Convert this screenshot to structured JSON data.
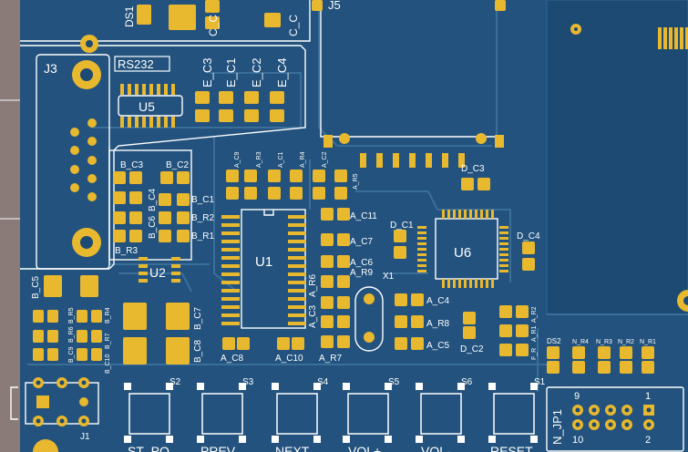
{
  "colors": {
    "board": "#1d4a72",
    "board_light": "#2a5c88",
    "trace": "#3a6f9a",
    "pad": "#e8b82e",
    "silk": "#ffffff",
    "edge": "#8a7a78"
  },
  "labels": {
    "ds1": "DS1",
    "c_c_top1": "C_C",
    "c_c_top2": "C_C",
    "j5": "J5",
    "j3": "J3",
    "rs232": "RS232",
    "e_c3": "E_C3",
    "e_c1": "E_C1",
    "e_c2": "E_C2",
    "e_c4": "E_C4",
    "u5": "U5",
    "b_c3": "B_C3",
    "b_c2": "B_C2",
    "b_c4": "B_C4",
    "b_c6": "B_C6",
    "b_c1": "B_C1",
    "b_r2": "B_R2",
    "b_r1": "B_R1",
    "b_r3": "B_R3",
    "u2": "U2",
    "b_c5": "B_C5",
    "b_r5": "B_R5",
    "b_r6": "B_R6",
    "b_r7": "B_R7",
    "b_r4": "B_R4",
    "b_c9": "B_C9",
    "b_c10": "B_C10",
    "b_c7": "B_C7",
    "b_c8": "B_C8",
    "a_c9": "A_C9",
    "a_r3": "A_R3",
    "a_c1": "A_C1",
    "a_r4": "A_R4",
    "a_c2": "A_C2",
    "a_r5": "A_R5",
    "u1": "U1",
    "a_c11": "A_C11",
    "a_c7": "A_C7",
    "a_c6": "A_C6",
    "a_r9": "A_R9",
    "a_r6": "A_R6",
    "a_c3": "A_C3",
    "a_r7": "A_R7",
    "a_c8": "A_C8",
    "a_c10": "A_C10",
    "x1": "X1",
    "d_c3": "D_C3",
    "d_c1": "D_C1",
    "u6": "U6",
    "d_c4": "D_C4",
    "a_c4": "A_C4",
    "a_r8": "A_R8",
    "a_c5": "A_C5",
    "d_c2": "D_C2",
    "a_r1": "A_R1",
    "a_r2": "A_R2",
    "f_r": "F_R",
    "ds2": "DS2",
    "n_r4": "N_R4",
    "n_r3": "N_R3",
    "n_r2": "N_R2",
    "n_r1": "N_R1",
    "n_jp1": "N_JP1",
    "jp_9": "9",
    "jp_1": "1",
    "jp_10": "10",
    "jp_2": "2",
    "j1": "J1",
    "s2": "S2",
    "s3": "S3",
    "s4": "S4",
    "s5": "S5",
    "s6": "S6",
    "s1": "S1",
    "btn_st_po": "ST_PO",
    "btn_prev": "PREV",
    "btn_next": "NEXT",
    "btn_vol_plus": "VOL+",
    "btn_vol_minus": "VOL-",
    "btn_reset": "RESET"
  }
}
